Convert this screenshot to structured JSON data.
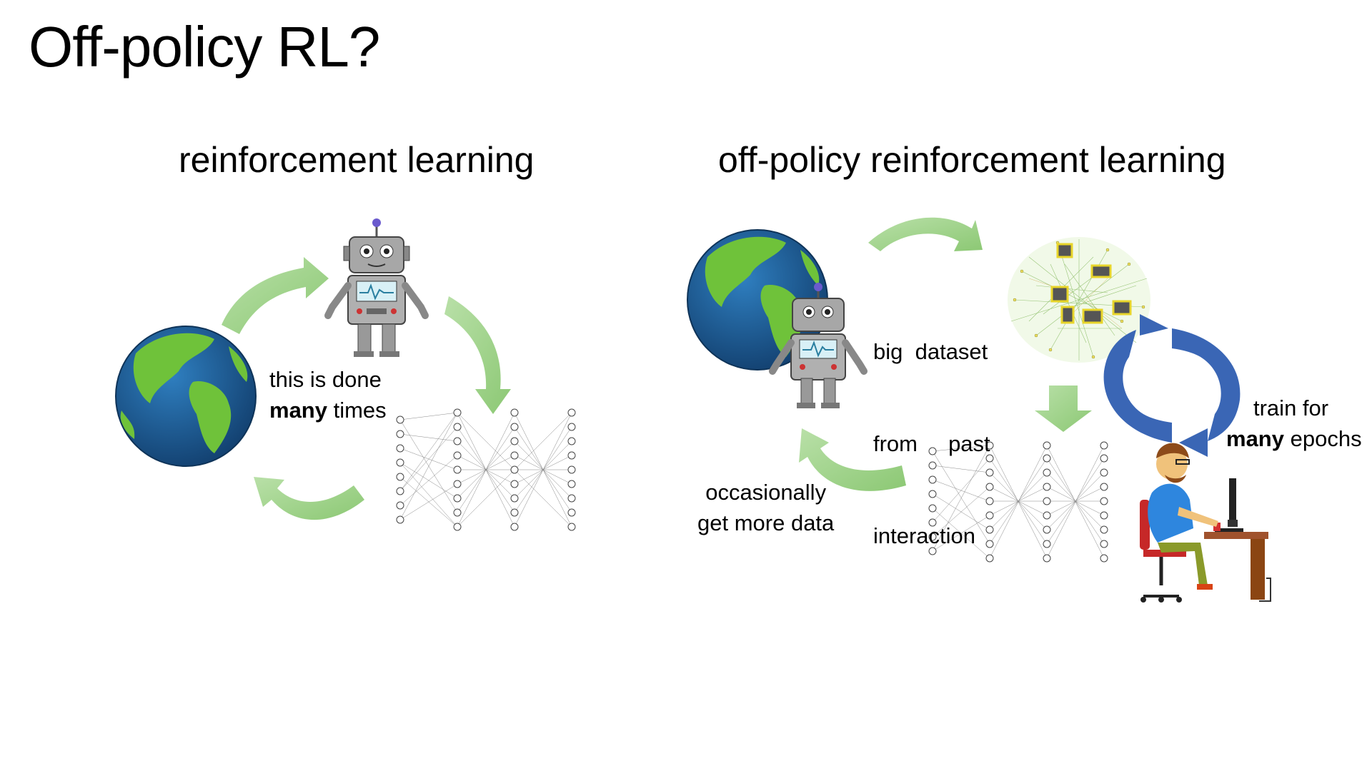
{
  "slide": {
    "title": "Off-policy RL?"
  },
  "left": {
    "heading": "reinforcement learning",
    "caption_line1": "this is done",
    "caption_bold": "many",
    "caption_rest": "times"
  },
  "right": {
    "heading": "off-policy reinforcement learning",
    "dataset_line1": "big  dataset",
    "dataset_line2": "from     past",
    "dataset_line3": "interaction",
    "train_line1": "train for",
    "train_bold": "many",
    "train_rest": "epochs",
    "occasional_line1": "occasionally",
    "occasional_line2": "get more data"
  },
  "colors": {
    "arrow_green": "#9fd08a",
    "arrow_blue": "#3a66b5",
    "ocean": "#1e5a8f",
    "land": "#6fc23a"
  },
  "icons": [
    "globe-icon",
    "robot-icon",
    "neural-network-icon",
    "dataset-graph-icon",
    "cycle-arrows-icon",
    "person-at-computer-icon"
  ]
}
